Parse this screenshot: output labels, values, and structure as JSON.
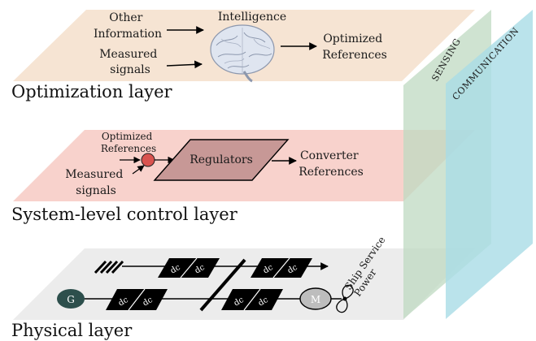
{
  "colors": {
    "optimization_plane": "#f6e4d3",
    "control_plane": "#f8d2cc",
    "physical_plane": "#ececec",
    "sensing_plane": "#bfd9c2",
    "communication_plane": "#a9dce6",
    "regulator_fill": "#c79896",
    "sum_node": "#d9534f",
    "component_fill": "#000000",
    "generator_fill": "#2d4f4c",
    "motor_fill": "#bdbdbd"
  },
  "optimization_layer": {
    "label": "Optimization layer",
    "input_other": "Other Information",
    "input_measured": "Measured signals",
    "intelligence_label": "Intelligence",
    "output": "Optimized References",
    "brain_icon": "brain-icon"
  },
  "control_layer": {
    "label": "System-level control layer",
    "input_references": "Optimized References",
    "input_measured": "Measured signals",
    "regulators": "Regulators",
    "output": "Converter References"
  },
  "physical_layer": {
    "label": "Physical layer",
    "generator": "G",
    "motor": "M",
    "converter_top_1": "dc",
    "converter_top_2": "dc",
    "converter_top_3": "dc",
    "converter_top_4": "dc",
    "converter_bot_1": "dc",
    "converter_bot_2": "dc",
    "converter_bot_3": "dc",
    "converter_bot_4": "dc",
    "ship_service_power": "Ship Service Power"
  },
  "side_planes": {
    "sensing": "SENSING",
    "communication": "COMMUNICATION"
  }
}
